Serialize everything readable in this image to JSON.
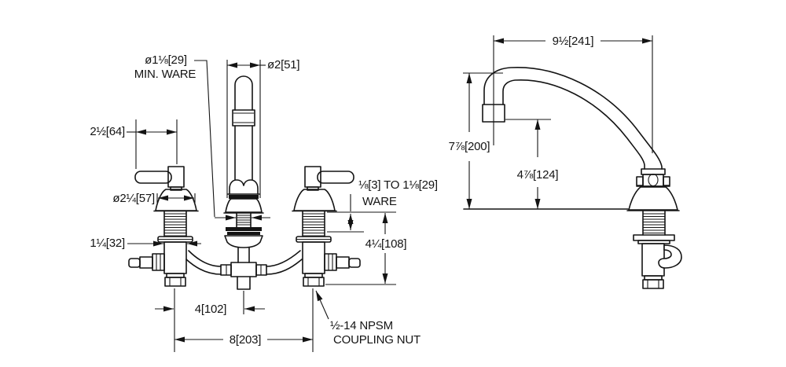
{
  "drawing": {
    "background_color": "#ffffff",
    "line_color": "#141414",
    "front_view": {
      "dims": {
        "min_ware_dia": "ø1⅛[29]",
        "min_ware_note": "MIN. WARE",
        "spout_escutcheon_dia": "ø2[51]",
        "handle_reach": "2½[64]",
        "valve_escutcheon_dia": "ø2¼[57]",
        "shank_dia": "1¼[32]",
        "spout_to_valve_center": "4[102]",
        "valve_center_to_center": "8[203]",
        "ware_thickness_range": "⅛[3] TO 1⅛[29]",
        "ware_thickness_note": "WARE",
        "below_deck_clearance": "4¼[108]",
        "coupling_nut_spec": "½-14 NPSM",
        "coupling_nut_label": "COUPLING NUT"
      }
    },
    "side_view": {
      "dims": {
        "spout_reach": "9½[241]",
        "spout_height": "7⅞[200]",
        "outlet_height": "4⅞[124]"
      }
    }
  }
}
